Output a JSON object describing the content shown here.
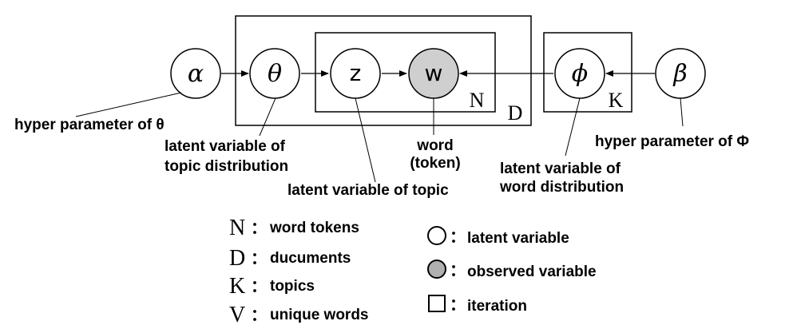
{
  "nodes": {
    "alpha": "α",
    "theta": "θ",
    "z": "z",
    "w": "w",
    "phi": "ϕ",
    "beta": "β"
  },
  "plates": {
    "n": "N",
    "d": "D",
    "k": "K"
  },
  "annotations": {
    "alpha": "hyper parameter of θ",
    "theta_line1": "latent variable of",
    "theta_line2": "topic distribution",
    "z": "latent variable of topic",
    "w_line1": "word",
    "w_line2": "(token)",
    "phi_line1": "latent variable of",
    "phi_line2": "word distribution",
    "beta": "hyper parameter of Φ"
  },
  "legend": {
    "separator": "：",
    "plates": [
      {
        "key": "N",
        "text": "word tokens"
      },
      {
        "key": "D",
        "text": "ducuments"
      },
      {
        "key": "K",
        "text": "topics"
      },
      {
        "key": "V",
        "text": "unique words"
      }
    ],
    "symbols": [
      {
        "shape": "open-circle",
        "text": "latent variable"
      },
      {
        "shape": "shaded-circle",
        "text": "observed variable"
      },
      {
        "shape": "square",
        "text": "iteration"
      }
    ]
  },
  "colors": {
    "observed_fill": "#cfcfcf",
    "stroke": "#000000"
  }
}
